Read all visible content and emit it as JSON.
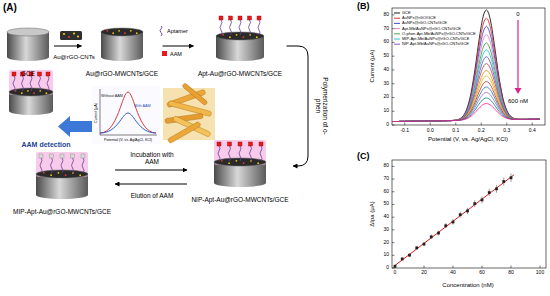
{
  "diagram": {
    "nodes": [
      {
        "text": [
          "GCE"
        ]
      },
      {
        "text": [
          "Au@rGO-MWCNTs/GCE"
        ]
      },
      {
        "text": [
          "Apt-Au@rGO-MWCNTs/GCE"
        ]
      },
      {
        "text": [
          "NIP-Apt-Au@rGO-MWCNTs/GCE"
        ]
      },
      {
        "text": [
          "MIP-Apt-Au@rGO-MWCNTs/GCE"
        ]
      }
    ],
    "edges": [
      {
        "from": 0,
        "to": 1,
        "arrow": "to",
        "label": "Au@rGO-CNTs"
      },
      {
        "from": 1,
        "to": 2,
        "arrow": "to"
      },
      {
        "from": 2,
        "to": 3,
        "arrow": "to",
        "label": "Polymerization of o-phen"
      },
      {
        "from": 4,
        "to": 3,
        "arrow": "to",
        "label": "Incubation with AAM"
      },
      {
        "from": 3,
        "to": 4,
        "arrow": "to",
        "label": "Elution of AAM"
      }
    ],
    "labels": [
      "(A)",
      "Without AAM",
      "With AAM",
      "Current (µA)",
      "Potential (V, vs. Ag/AgCl, KCl)",
      "AAM detection",
      "(B)",
      "Current (µA)",
      "Potential (V, vs. Ag/AgCl, KCl)",
      "0",
      "600 nM",
      "0",
      "10",
      "20",
      "30",
      "40",
      "50",
      "60",
      "70",
      "80",
      "-0.1",
      "0.0",
      "0.1",
      "0.2",
      "0.3",
      "0.4",
      "(C)",
      "ΔIpa (µA)",
      "Concentration (nM)",
      "0",
      "10",
      "20",
      "30",
      "40",
      "50",
      "60",
      "70",
      "80",
      "0",
      "20",
      "40",
      "60",
      "80",
      "100"
    ],
    "legend": [
      {
        "text": "Aptamer"
      },
      {
        "text": "AAM",
        "color": "#e41a1c"
      },
      {
        "text": "GCE"
      },
      {
        "text": "AuNPs@rGO/GCE"
      },
      {
        "text": "AuNPs@rGO-CNTs/GCE"
      },
      {
        "text": "Apt-Mb/AuNPs@rGO-CNTs/GCE"
      },
      {
        "text": "O-phen-Apt-Mb/AuNPs@rGO-CNTs/GCE"
      },
      {
        "text": "MIP-Apt-Mb/AuNPs@rGO-CNTs/GCE"
      },
      {
        "text": "NIP-Apt-Mb/AuNPs@rGO-CNTs/GCE"
      }
    ]
  }
}
